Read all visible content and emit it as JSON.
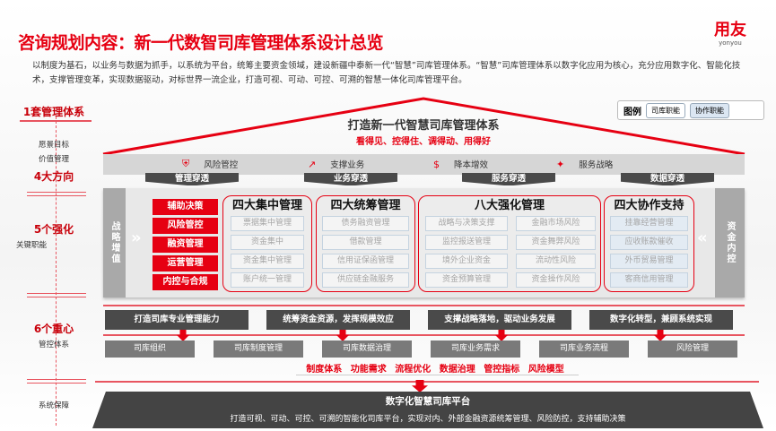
{
  "header": {
    "title": "咨询规划内容：新一代数智司库管理体系设计总览",
    "logo_cn": "用友",
    "logo_en": "yonyou"
  },
  "intro": "以制度为基石，以业务与数据为抓手，以系统为平台，统筹主要资金领域，建设新疆中泰新一代“智慧”司库管理体系。“智慧”司库管理体系以数字化应用为核心，充分应用数字化、智能化技术，支撑管理变革，实现数据驱动，对标世界一流企业，打造可视、可动、可控、可溯的智慧一体化司库管理平台。",
  "legend": {
    "label": "图例",
    "items": [
      "司库职能",
      "协作职能"
    ]
  },
  "left": {
    "h1": "1套管理体系",
    "s1a": "愿景目标",
    "s1b": "价值管理",
    "h2": "4大方向",
    "h3": "5个强化",
    "s3": "关键职能",
    "h4": "6个重心",
    "s4": "管控体系",
    "s5": "系统保障"
  },
  "roof": {
    "title": "打造新一代智慧司库管理体系",
    "subtitle": "看得见、控得住、调得动、用得好"
  },
  "directions": [
    {
      "icon": "shield-icon",
      "label": "风险管控"
    },
    {
      "icon": "chart-icon",
      "label": "支撑业务"
    },
    {
      "icon": "money-bag-icon",
      "label": "降本增效"
    },
    {
      "icon": "map-icon",
      "label": "服务战略"
    }
  ],
  "tabs": [
    "管理穿透",
    "业务穿透",
    "服务穿透",
    "数据穿透"
  ],
  "side_left": "战略增值",
  "side_right": "资金内控",
  "functions": [
    "辅助决策",
    "风险管控",
    "融资管理",
    "运营管理",
    "内控与合规"
  ],
  "groups": [
    {
      "title_a": "四大",
      "title_b": "集中管理",
      "items": [
        "票据集中管理",
        "资金集中",
        "资金集中管理",
        "账户统一管理"
      ]
    },
    {
      "title_a": "四大",
      "title_b": "统筹管理",
      "items": [
        "债务融资管理",
        "借款管理",
        "信用证保函管理",
        "供应链金融服务"
      ]
    },
    {
      "title_a": "八大",
      "title_b": "强化管理",
      "items": [
        "战略与决策支撑",
        "金融市场风险",
        "监控报送管理",
        "资金舞弊风险",
        "境外企业资金",
        "流动性风险",
        "资金预算管理",
        "资金操作风险"
      ]
    },
    {
      "title_a": "四大",
      "title_b": "协作支持",
      "items": [
        "挂靠经营管理",
        "应收账款催收",
        "外币贸易管理",
        "客商信用管理"
      ]
    }
  ],
  "focus": [
    "打造司库专业管理能力",
    "统筹资金资源，发挥规模效应",
    "支撑战略落地，驱动业务发展",
    "数字化转型，兼顾系统实现"
  ],
  "controls": [
    "司库组织",
    "司库制度管理",
    "司库数据治理",
    "司库业务需求",
    "司库业务流程",
    "风险管理"
  ],
  "control_keywords": "制度体系 功能需求 流程优化 数据治理 管控指标 风险模型",
  "platform": {
    "title": "数字化智慧司库平台",
    "desc": "打造可视、可动、可控、可溯的智能化司库平台，实现对内、外部金融资源统筹管理、风险防控，支持辅助决策"
  }
}
